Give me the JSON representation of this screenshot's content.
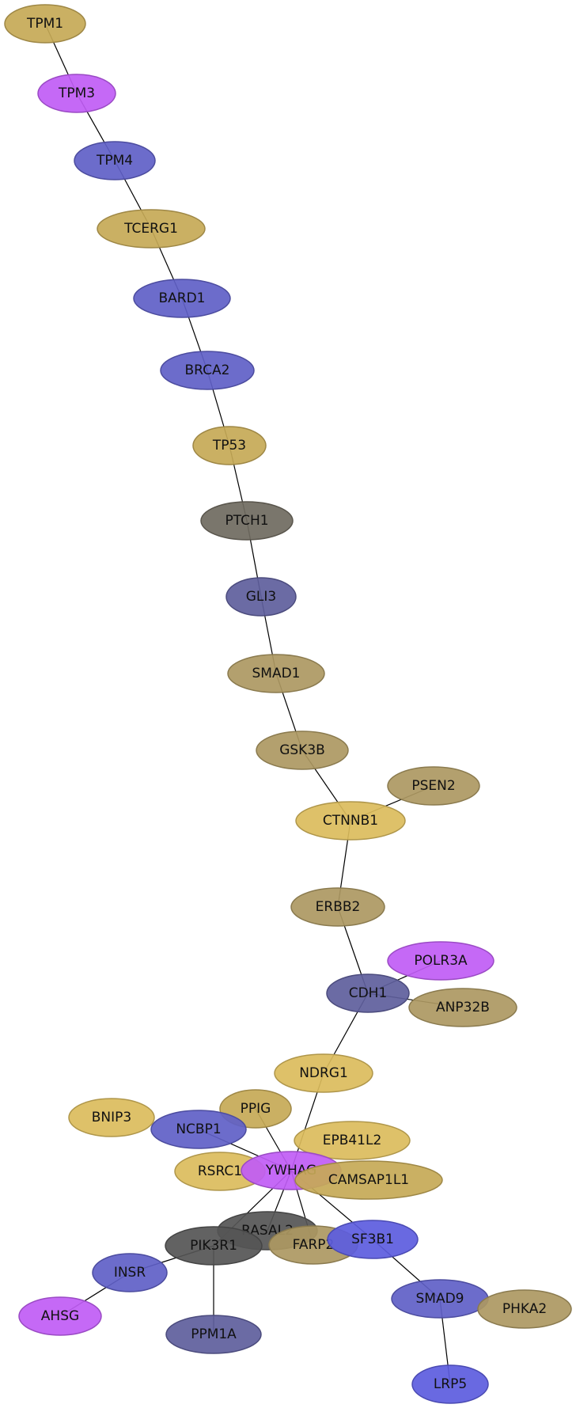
{
  "network": {
    "node_colors": {
      "gold": "#C6A956",
      "magenta": "#C05CF5",
      "blue": "#5F5FC7",
      "slate": "#5E5E9C",
      "dark_gray": "#6F6A5F",
      "olive": "#AD9862",
      "yellow": "#DBBC5C",
      "charcoal": "#555555",
      "bright_blue": "#5C5CDE"
    },
    "nodes": [
      {
        "id": "TPM1",
        "label": "TPM1",
        "color": "gold"
      },
      {
        "id": "TPM3",
        "label": "TPM3",
        "color": "magenta"
      },
      {
        "id": "TPM4",
        "label": "TPM4",
        "color": "blue"
      },
      {
        "id": "TCERG1",
        "label": "TCERG1",
        "color": "gold"
      },
      {
        "id": "BARD1",
        "label": "BARD1",
        "color": "blue"
      },
      {
        "id": "BRCA2",
        "label": "BRCA2",
        "color": "blue"
      },
      {
        "id": "TP53",
        "label": "TP53",
        "color": "gold"
      },
      {
        "id": "PTCH1",
        "label": "PTCH1",
        "color": "dark_gray"
      },
      {
        "id": "GLI3",
        "label": "GLI3",
        "color": "slate"
      },
      {
        "id": "SMAD1",
        "label": "SMAD1",
        "color": "olive"
      },
      {
        "id": "GSK3B",
        "label": "GSK3B",
        "color": "olive"
      },
      {
        "id": "PSEN2",
        "label": "PSEN2",
        "color": "olive"
      },
      {
        "id": "CTNNB1",
        "label": "CTNNB1",
        "color": "yellow"
      },
      {
        "id": "ERBB2",
        "label": "ERBB2",
        "color": "olive"
      },
      {
        "id": "POLR3A",
        "label": "POLR3A",
        "color": "magenta"
      },
      {
        "id": "CDH1",
        "label": "CDH1",
        "color": "slate"
      },
      {
        "id": "ANP32B",
        "label": "ANP32B",
        "color": "olive"
      },
      {
        "id": "NDRG1",
        "label": "NDRG1",
        "color": "yellow"
      },
      {
        "id": "BNIP3",
        "label": "BNIP3",
        "color": "yellow"
      },
      {
        "id": "PPIG",
        "label": "PPIG",
        "color": "gold"
      },
      {
        "id": "NCBP1",
        "label": "NCBP1",
        "color": "blue"
      },
      {
        "id": "EPB41L2",
        "label": "EPB41L2",
        "color": "yellow"
      },
      {
        "id": "RSRC1",
        "label": "RSRC1",
        "color": "yellow"
      },
      {
        "id": "YWHAG",
        "label": "YWHAG",
        "color": "magenta"
      },
      {
        "id": "CAMSAP1L1",
        "label": "CAMSAP1L1",
        "color": "gold"
      },
      {
        "id": "RASAL2",
        "label": "RASAL2",
        "color": "charcoal"
      },
      {
        "id": "PIK3R1",
        "label": "PIK3R1",
        "color": "charcoal"
      },
      {
        "id": "FARP2",
        "label": "FARP2",
        "color": "olive"
      },
      {
        "id": "SF3B1",
        "label": "SF3B1",
        "color": "bright_blue"
      },
      {
        "id": "INSR",
        "label": "INSR",
        "color": "blue"
      },
      {
        "id": "AHSG",
        "label": "AHSG",
        "color": "magenta"
      },
      {
        "id": "SMAD9",
        "label": "SMAD9",
        "color": "blue"
      },
      {
        "id": "PHKA2",
        "label": "PHKA2",
        "color": "olive"
      },
      {
        "id": "PPM1A",
        "label": "PPM1A",
        "color": "slate"
      },
      {
        "id": "LRP5",
        "label": "LRP5",
        "color": "bright_blue"
      }
    ],
    "edges": [
      [
        "TPM1",
        "TPM3"
      ],
      [
        "TPM3",
        "TPM4"
      ],
      [
        "TPM4",
        "TCERG1"
      ],
      [
        "TCERG1",
        "BARD1"
      ],
      [
        "BARD1",
        "BRCA2"
      ],
      [
        "BRCA2",
        "TP53"
      ],
      [
        "TP53",
        "PTCH1"
      ],
      [
        "PTCH1",
        "GLI3"
      ],
      [
        "GLI3",
        "SMAD1"
      ],
      [
        "SMAD1",
        "GSK3B"
      ],
      [
        "GSK3B",
        "CTNNB1"
      ],
      [
        "CTNNB1",
        "PSEN2"
      ],
      [
        "CTNNB1",
        "ERBB2"
      ],
      [
        "ERBB2",
        "CDH1"
      ],
      [
        "CDH1",
        "POLR3A"
      ],
      [
        "CDH1",
        "ANP32B"
      ],
      [
        "CDH1",
        "NDRG1"
      ],
      [
        "NDRG1",
        "YWHAG"
      ],
      [
        "PPIG",
        "YWHAG"
      ],
      [
        "NCBP1",
        "YWHAG"
      ],
      [
        "YWHAG",
        "RASAL2"
      ],
      [
        "YWHAG",
        "PIK3R1"
      ],
      [
        "YWHAG",
        "FARP2"
      ],
      [
        "YWHAG",
        "SF3B1"
      ],
      [
        "PIK3R1",
        "INSR"
      ],
      [
        "PIK3R1",
        "PPM1A"
      ],
      [
        "INSR",
        "AHSG"
      ],
      [
        "SF3B1",
        "SMAD9"
      ],
      [
        "SMAD9",
        "LRP5"
      ]
    ]
  }
}
